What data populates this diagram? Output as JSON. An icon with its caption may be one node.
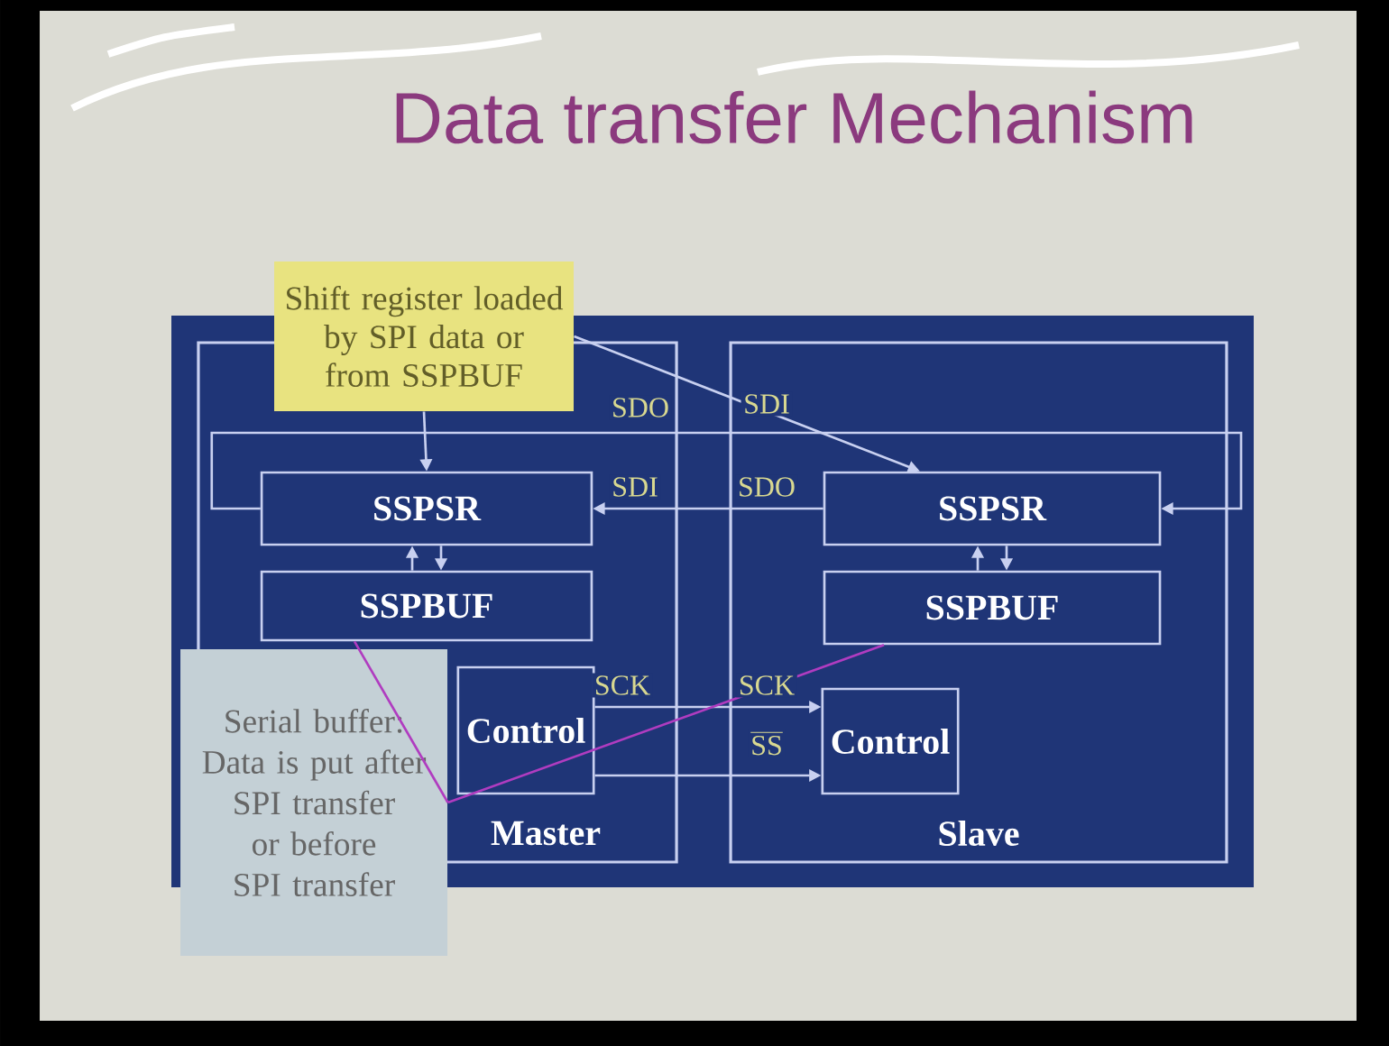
{
  "diagram": {
    "title": "Data transfer Mechanism",
    "nodes": [
      {
        "text": [
          "Master"
        ]
      },
      {
        "text": [
          "SSPSR"
        ],
        "in": 0
      },
      {
        "text": [
          "SSPBUF"
        ],
        "in": 0
      },
      {
        "text": [
          "Control"
        ],
        "in": 0
      },
      {
        "text": [
          "Slave"
        ]
      },
      {
        "text": [
          "SSPSR"
        ],
        "in": 4
      },
      {
        "text": [
          "SSPBUF"
        ],
        "in": 4
      },
      {
        "text": [
          "Control"
        ],
        "in": 4
      },
      {
        "text": [
          "Shift register loaded by SPI data or from SSPBUF"
        ]
      },
      {
        "text": [
          "Serial buffer: Data is put after SPI transfer or before SPI transfer"
        ]
      }
    ],
    "edges": [
      {
        "from": 1,
        "to": 5,
        "arrow": "to"
      },
      {
        "from": 5,
        "to": 1,
        "arrow": "to"
      },
      {
        "from": 2,
        "to": 1,
        "arrow": "to"
      },
      {
        "from": 1,
        "to": 2,
        "arrow": "to"
      },
      {
        "from": 6,
        "to": 5,
        "arrow": "to"
      },
      {
        "from": 5,
        "to": 6,
        "arrow": "to"
      },
      {
        "from": 3,
        "to": 7,
        "arrow": "to"
      },
      {
        "from": 3,
        "to": 7,
        "arrow": "to"
      },
      {
        "from": 8,
        "to": 1,
        "arrow": "to"
      },
      {
        "from": 8,
        "to": 5,
        "arrow": "to"
      },
      {
        "from": 9,
        "to": 2,
        "arrow": "none",
        "color": "#b03cc0"
      },
      {
        "from": 9,
        "to": 6,
        "arrow": "none",
        "color": "#b03cc0"
      }
    ],
    "labels": [
      "SDO",
      "SDI",
      "SDI",
      "SDO",
      "SCK",
      "SCK",
      "SS"
    ]
  }
}
